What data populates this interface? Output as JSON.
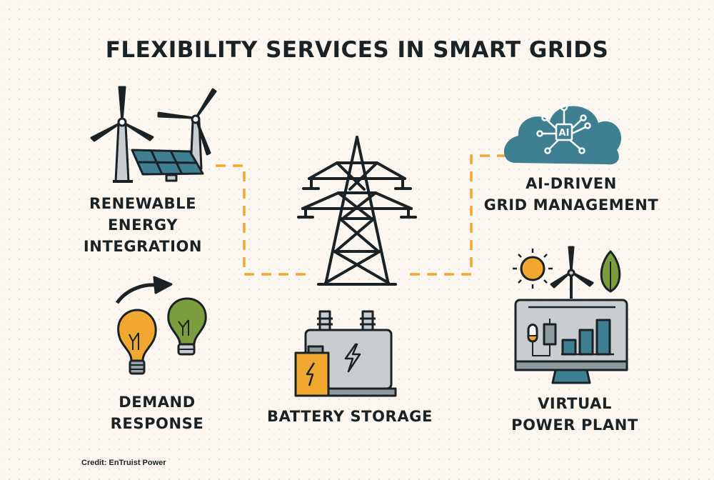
{
  "title": "FLEXIBILITY SERVICES IN SMART GRIDS",
  "nodes": {
    "renewable": {
      "lines": [
        "RENEWABLE",
        "ENERGY",
        "INTEGRATION"
      ],
      "icon": "wind-turbines-solar-panel-icon"
    },
    "ai": {
      "lines": [
        "AI-DRIVEN",
        "GRID MANAGEMENT"
      ],
      "icon": "ai-cloud-icon",
      "chip_text": "AI"
    },
    "demand": {
      "lines": [
        "DEMAND",
        "RESPONSE"
      ],
      "icon": "light-bulbs-shift-icon"
    },
    "battery": {
      "lines": [
        "BATTERY STORAGE"
      ],
      "icon": "battery-icon"
    },
    "vpp": {
      "lines": [
        "VIRTUAL",
        "POWER PLANT"
      ],
      "icon": "monitor-dashboard-icon"
    },
    "center": {
      "icon": "transmission-tower-icon"
    }
  },
  "credit": "Credit: EnTruist Power",
  "colors": {
    "background": "#fbf7f0",
    "ink": "#1b2226",
    "accent_orange": "#f0a830",
    "teal": "#3f7f92",
    "green": "#7a9d3e",
    "gray": "#c9cdcf"
  }
}
